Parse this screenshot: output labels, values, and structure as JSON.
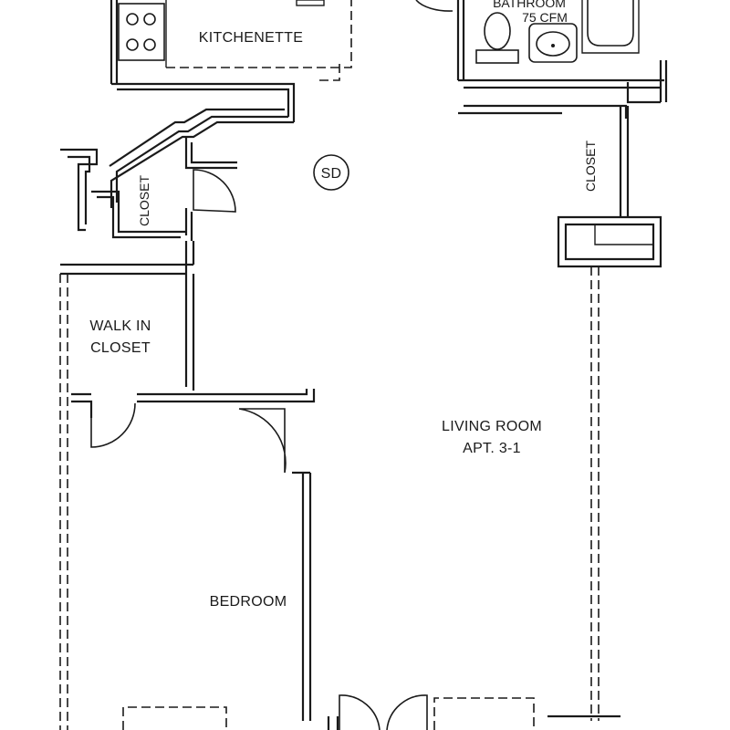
{
  "labels": {
    "kitchenette": "KITCHENETTE",
    "bathroom": "BATHROOM",
    "fan": "75 CFM",
    "closet_left": "CLOSET",
    "closet_right": "CLOSET",
    "smoke_detector": "SD",
    "walk_in_line1": "WALK IN",
    "walk_in_line2": "CLOSET",
    "living_line1": "LIVING ROOM",
    "living_line2": "APT. 3-1",
    "bedroom": "BEDROOM"
  }
}
